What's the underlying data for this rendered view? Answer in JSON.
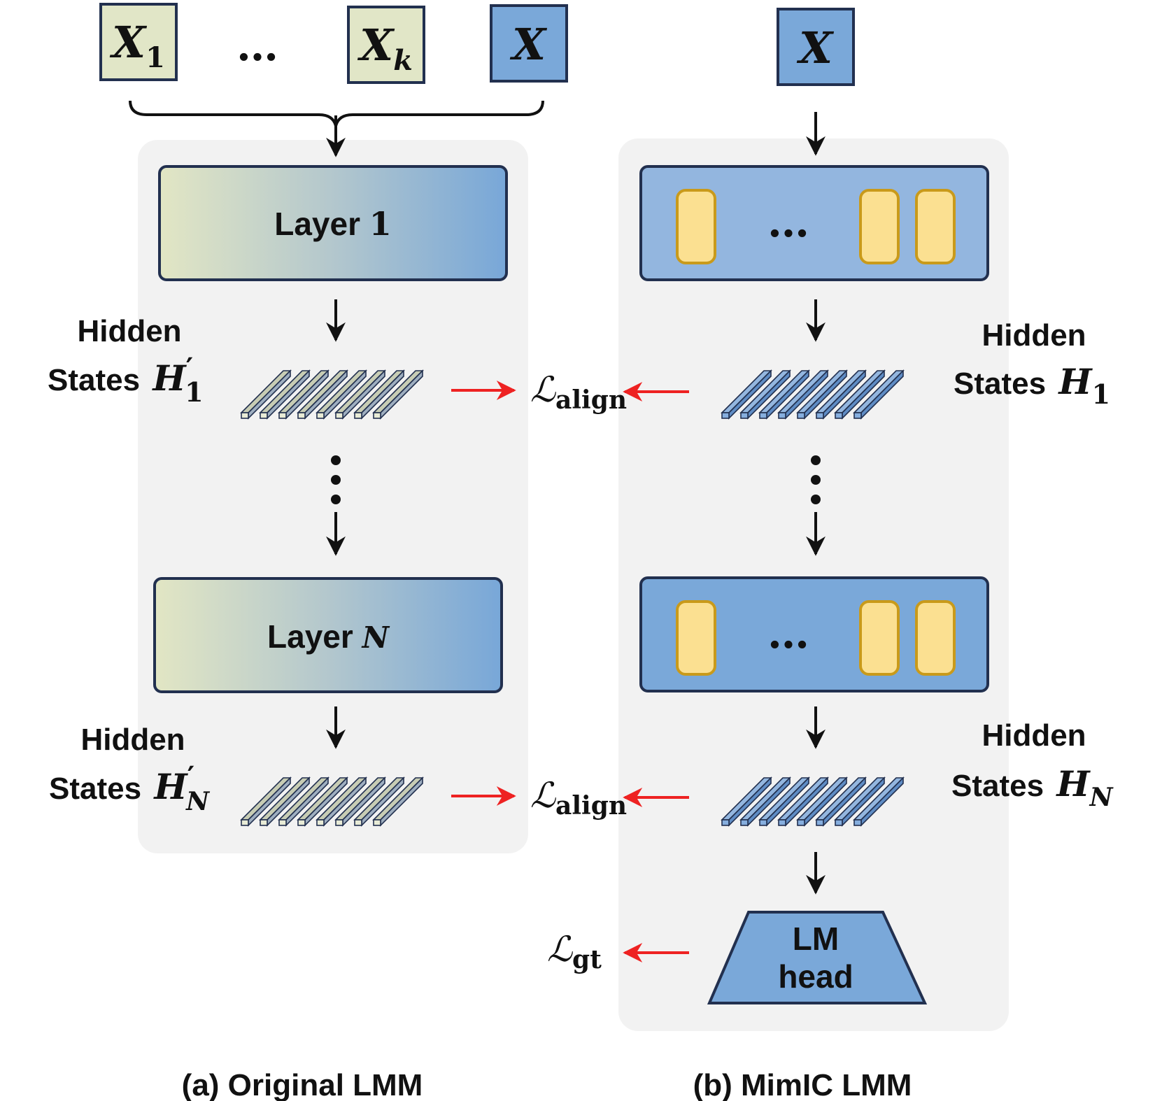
{
  "inputs_left": {
    "x1": {
      "main": "X",
      "sub": "1"
    },
    "ellipsis": "…",
    "xk": {
      "main": "X",
      "sub": "k"
    },
    "x": {
      "main": "X"
    }
  },
  "input_right": {
    "main": "X"
  },
  "left_panel": {
    "layer_first": {
      "word": "Layer",
      "index": "1"
    },
    "layer_last": {
      "word": "Layer",
      "index": "N"
    },
    "hidden_top": {
      "line1": "Hidden",
      "line2": "States",
      "sym": "H",
      "prime": "′",
      "sub": "1"
    },
    "hidden_bottom": {
      "line1": "Hidden",
      "line2": "States",
      "sym": "H",
      "prime": "′",
      "sub": "N"
    },
    "caption": "(a) Original LMM"
  },
  "right_panel": {
    "block_ellipsis": "…",
    "hidden_top": {
      "line1": "Hidden",
      "line2": "States",
      "sym": "H",
      "sub": "1"
    },
    "hidden_bottom": {
      "line1": "Hidden",
      "line2": "States",
      "sym": "H",
      "sub": "N"
    },
    "lm_head": {
      "line1": "LM",
      "line2": "head"
    },
    "caption": "(b) MimIC LMM"
  },
  "losses": {
    "align_top": {
      "sym": "ℒ",
      "sub": "align"
    },
    "align_bottom": {
      "sym": "ℒ",
      "sub": "align"
    },
    "gt": {
      "sym": "ℒ",
      "sub": "gt"
    }
  },
  "colors": {
    "input_green": "#e1e6c7",
    "input_blue": "#7aa8d9",
    "panel_bg": "#f2f2f2",
    "layer_blue": "#7faad8",
    "adapter_yellow": "#fbe091",
    "adapter_border": "#c99a1a",
    "loss_arrow": "#ee2222",
    "border_navy": "#22304f"
  }
}
